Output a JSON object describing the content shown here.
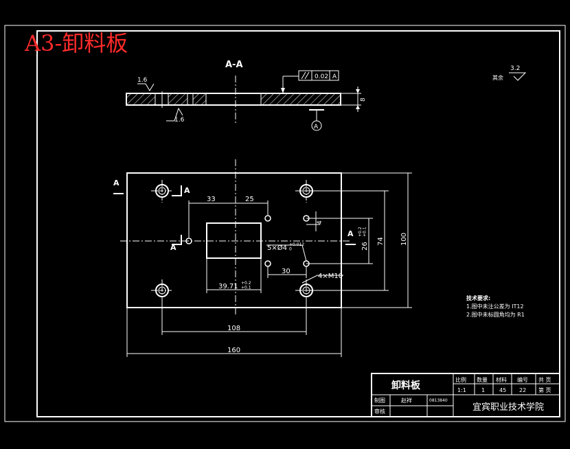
{
  "sheet": {
    "title": "A3-卸料板",
    "title_color": "#ff2a2a"
  },
  "section": {
    "title": "A-A",
    "flatness": {
      "tolerance": "0.02",
      "datum": "A"
    },
    "roughness_top": "1.6",
    "roughness_bottom": "1.6",
    "thickness": "8",
    "datum_label": "A"
  },
  "roughness_note": {
    "prefix": "其余",
    "value": "3.2"
  },
  "plan": {
    "section_mark_left": "A",
    "section_mark_right": "A",
    "section_mark_cut1": "A",
    "section_mark_cut2": "A",
    "dim_33": "33",
    "dim_25": "25",
    "dim_4": "4",
    "dim_26": "26",
    "dim_26_tol": "+0.2\n+0.1",
    "dim_74": "74",
    "dim_100": "100",
    "dim_30": "30",
    "dim_holes": "5×Ø4",
    "dim_holes_tol": "+0.012\n0",
    "dim_39": "39.71",
    "dim_39_tol": "+0.2\n+0.1",
    "dim_thread": "4×M10",
    "dim_108": "108",
    "dim_160": "160"
  },
  "tech_notes": {
    "heading": "技术要求:",
    "items": [
      "1.图中未注公差为 IT12",
      "2.图中未标圆角均为 R1"
    ]
  },
  "title_block": {
    "part_name": "卸料板",
    "headers": [
      "比例",
      "数量",
      "材料",
      "编号",
      "共  页"
    ],
    "values": [
      "1:1",
      "1",
      "45",
      "22",
      "第  页"
    ],
    "drawn_label": "制图",
    "drawn_name": "赵祥",
    "drawn_id": "0813840",
    "review_label": "审核",
    "institution": "宜宾职业技术学院"
  }
}
